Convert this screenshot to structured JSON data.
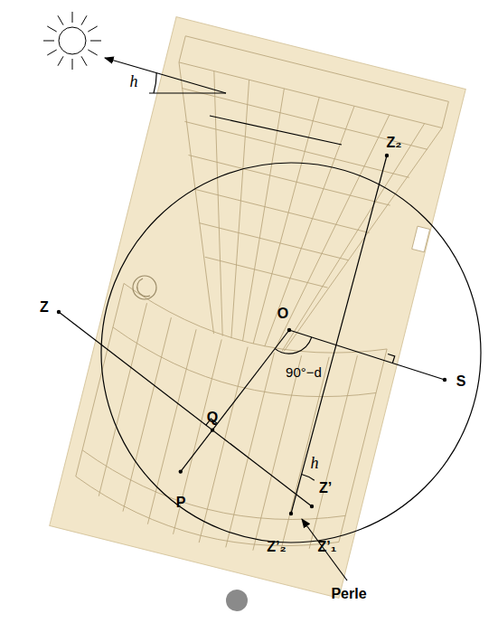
{
  "diagram": {
    "labels": [
      "h",
      "Z₂",
      "Z",
      "O",
      "90°−d",
      "S",
      "Q",
      "P",
      "h",
      "Z’",
      "Z’₂",
      "Z’₁",
      "Perle"
    ]
  }
}
